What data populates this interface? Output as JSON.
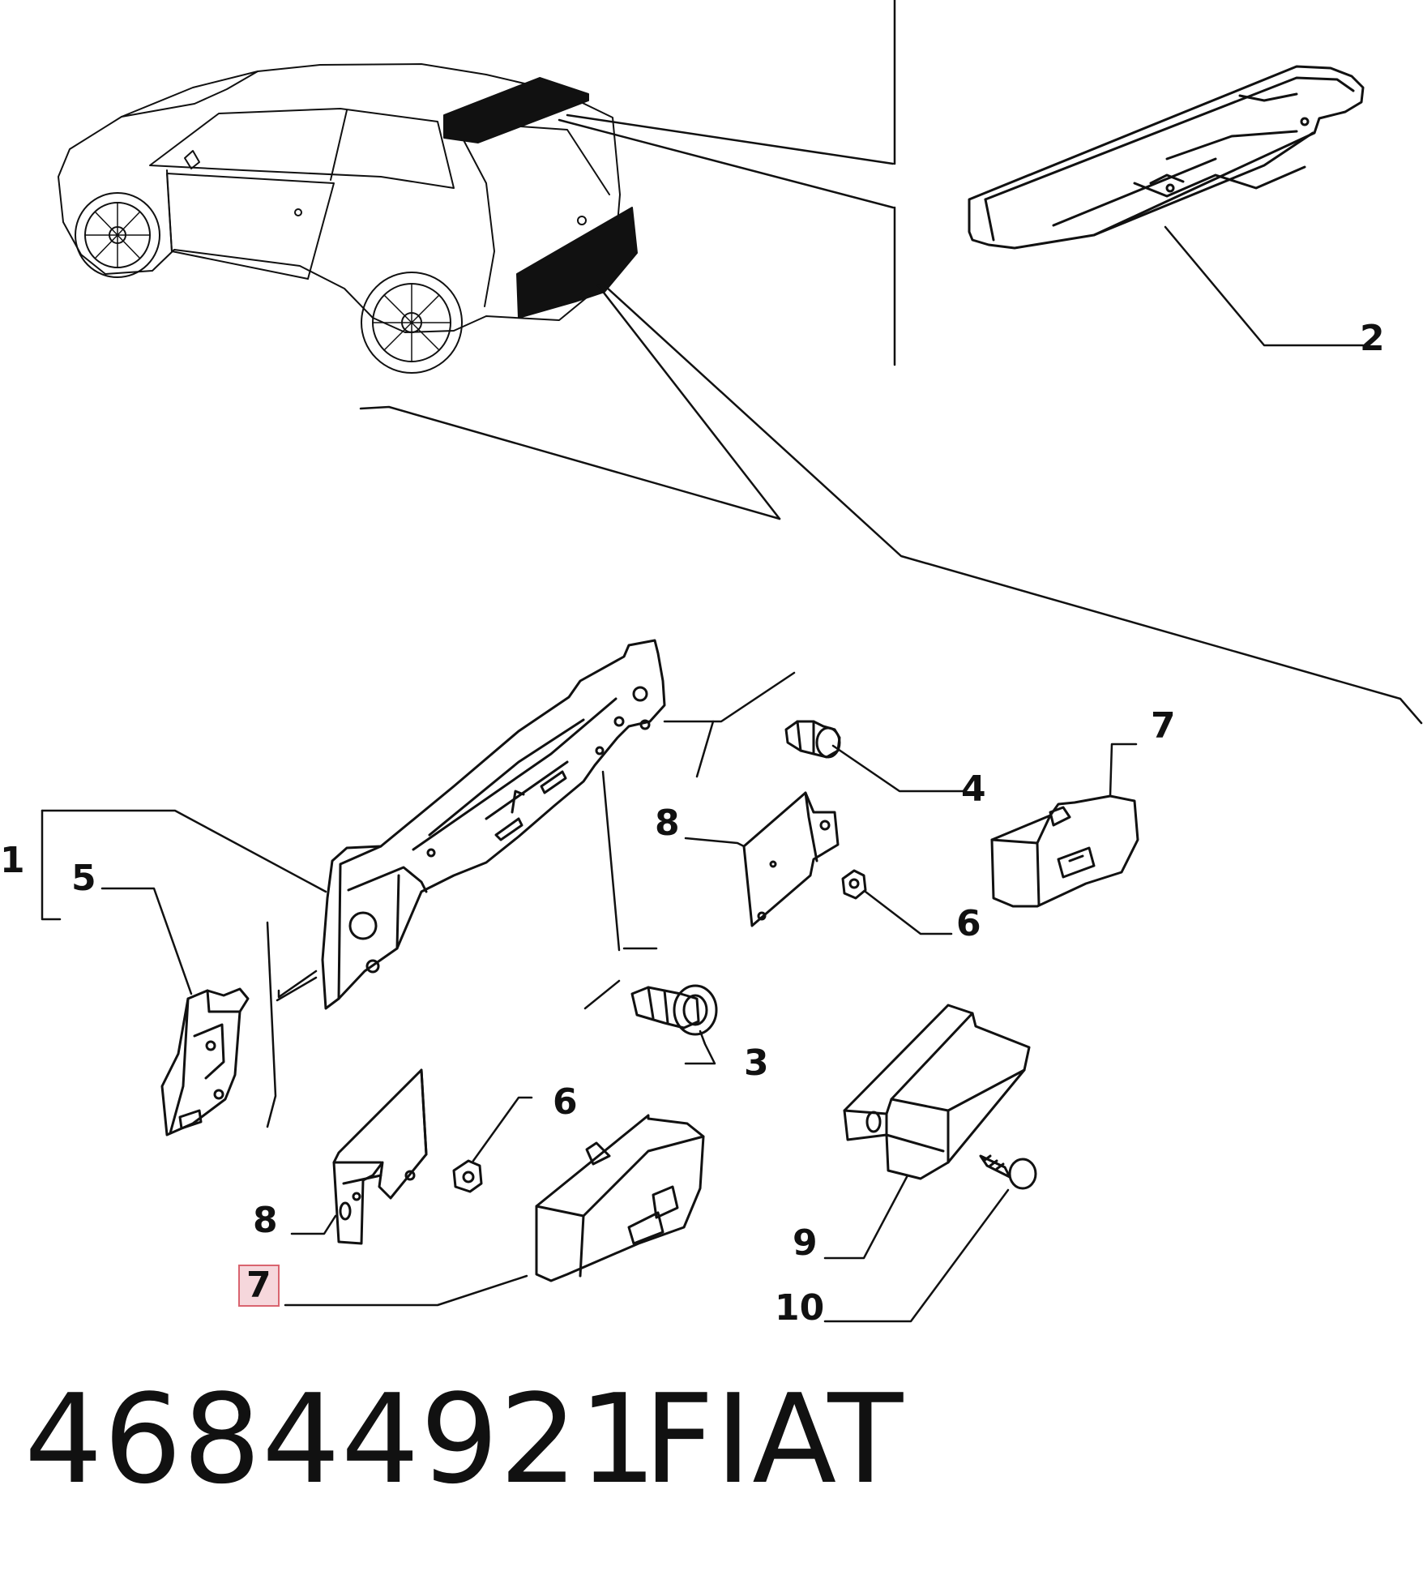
{
  "callouts": {
    "c1": "1",
    "c2": "2",
    "c3": "3",
    "c4": "4",
    "c5": "5",
    "c6a": "6",
    "c6b": "6",
    "c7a": "7",
    "c7b": "7",
    "c8a": "8",
    "c8b": "8",
    "c9": "9",
    "c10": "10"
  },
  "highlighted_callout": "7",
  "footer": {
    "part_number": "46844921",
    "brand": "FIAT"
  },
  "colors": {
    "ink": "#111111",
    "highlight_fill": "#f6d7dc",
    "highlight_border": "#d9646f"
  }
}
